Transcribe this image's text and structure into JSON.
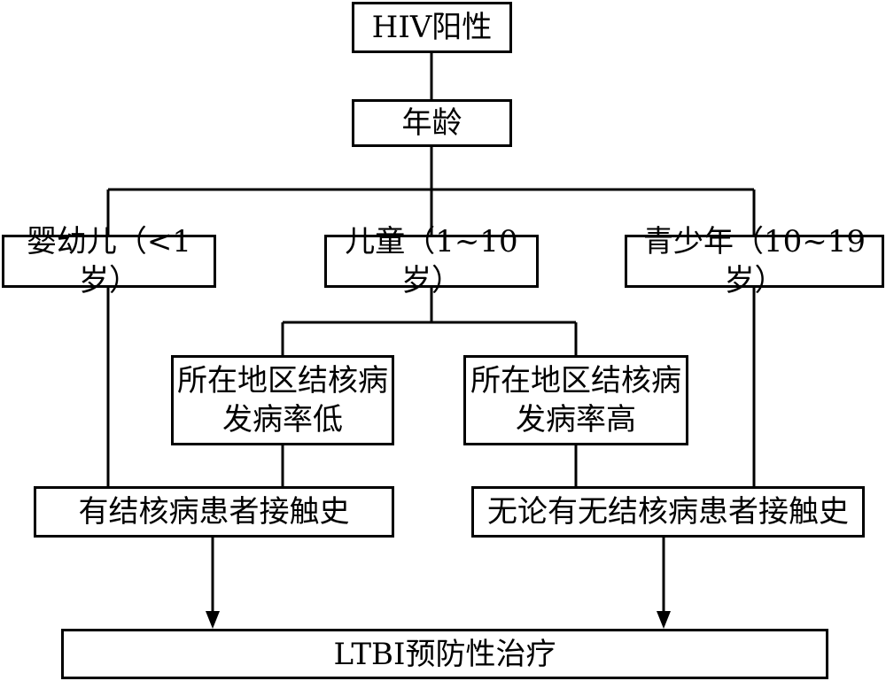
{
  "nodes": {
    "hiv": "HIV阳性",
    "age": "年龄",
    "infant": "婴幼儿（<1岁）",
    "child": "儿童（1~10岁）",
    "adolescent": "青少年（10~19岁）",
    "low_incidence": [
      "所在地区结核病",
      "发病率低"
    ],
    "high_incidence": [
      "所在地区结核病",
      "发病率高"
    ],
    "contact_history": "有结核病患者接触史",
    "any_contact": "无论有无结核病患者接触史",
    "treatment": "LTBI预防性治疗"
  }
}
